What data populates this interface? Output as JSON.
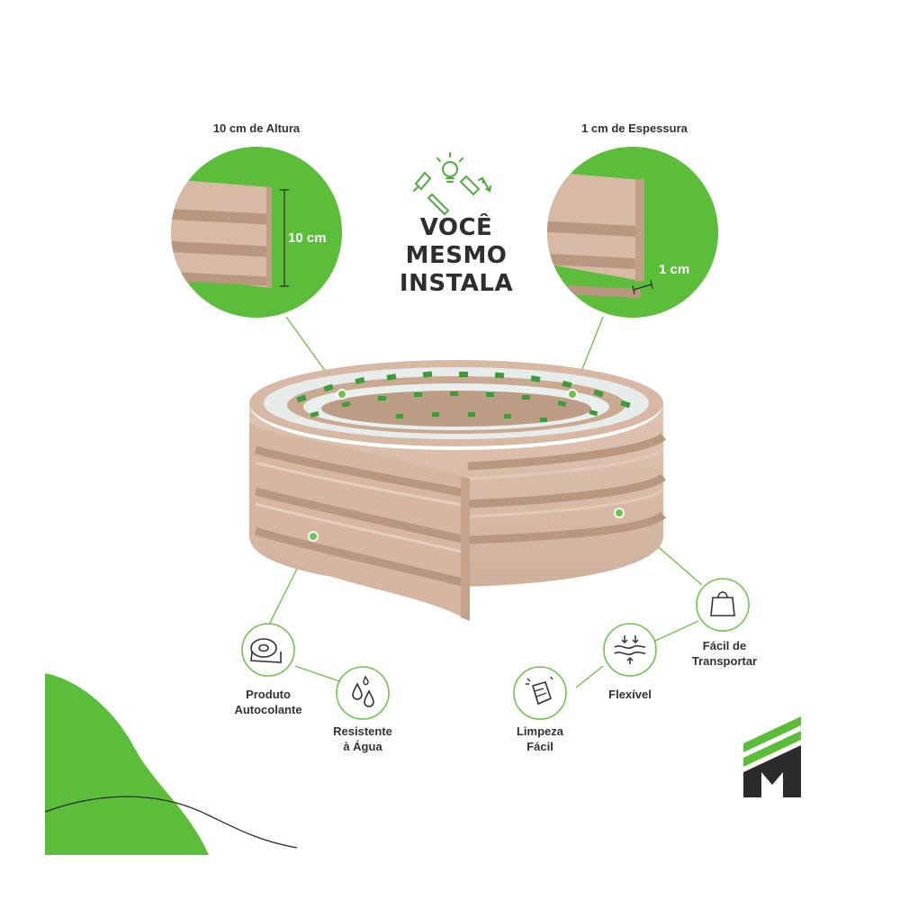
{
  "captions": {
    "height": "10 cm de Altura",
    "thickness": "1 cm de Espessura"
  },
  "dimensions": {
    "height_value": "10 cm",
    "thickness_value": "1 cm"
  },
  "headline": {
    "line1": "VOCÊ",
    "line2": "MESMO",
    "line3": "INSTALA"
  },
  "features": {
    "self_adhesive": {
      "line1": "Produto",
      "line2": "Autocolante",
      "icon": "tape-roll-icon"
    },
    "water_resistant": {
      "line1": "Resistente",
      "line2": "à Água",
      "icon": "water-drops-icon"
    },
    "easy_clean": {
      "line1": "Limpeza",
      "line2": "Fácil",
      "icon": "cleaning-hand-icon"
    },
    "flexible": {
      "line1": "Flexível",
      "icon": "flex-arrows-icon"
    },
    "easy_transport": {
      "line1": "Fácil de",
      "line2": "Transportar",
      "icon": "bag-icon"
    }
  },
  "colors": {
    "brand_green": "#5cbd3a",
    "profile_beige": "#d8b9a5",
    "text_dark": "#333333",
    "logo_dark": "#2b2b2b"
  }
}
